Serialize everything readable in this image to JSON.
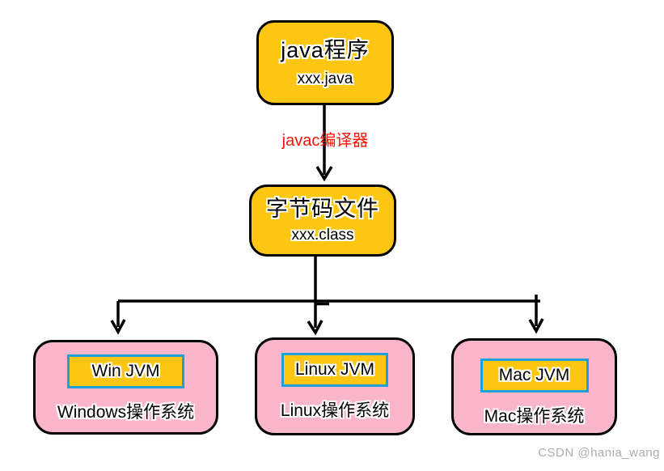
{
  "diagram": {
    "source_box": {
      "title": "java程序",
      "subtitle": "xxx.java"
    },
    "compiler_label": "javac编译器",
    "bytecode_box": {
      "title": "字节码文件",
      "subtitle": "xxx.class"
    },
    "platforms": [
      {
        "jvm_label": "Win JVM",
        "os_label": "Windows操作系统"
      },
      {
        "jvm_label": "Linux JVM",
        "os_label": "Linux操作系统"
      },
      {
        "jvm_label": "Mac JVM",
        "os_label": "Mac操作系统"
      }
    ]
  },
  "colors": {
    "node_fill_yellow": "#fcc613",
    "platform_fill_pink": "#f9b6cb",
    "jvm_border_blue": "#1e9fd9",
    "compiler_label_red": "#f81505",
    "line_black": "#000000",
    "watermark_gray": "#adadad"
  },
  "watermark": "CSDN @hania_wang"
}
